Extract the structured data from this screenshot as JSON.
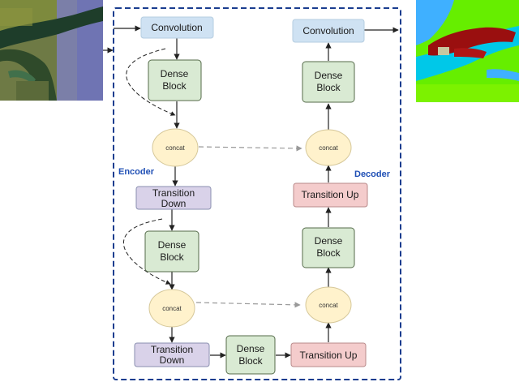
{
  "colors": {
    "frame": "#1a3d8f",
    "encoder_label": "#1f4fb5",
    "convolution": "#cfe2f3",
    "dense_block": "#d9ead3",
    "transition_down": "#d9d2e9",
    "transition_up": "#f4cccc",
    "concat": "#fff2cc",
    "arrow": "#222222",
    "skip_arrow": "#999999"
  },
  "input_image": {
    "icon": "satellite-image"
  },
  "output_image": {
    "icon": "segmentation-map"
  },
  "encoder": {
    "label": "Encoder",
    "convolution": "Convolution",
    "dense_block_1": [
      "Dense",
      "Block"
    ],
    "concat_1": "concat",
    "transition_down_1": [
      "Transition",
      "Down"
    ],
    "dense_block_2": [
      "Dense",
      "Block"
    ],
    "concat_2": "concat",
    "transition_down_2": [
      "Transition",
      "Down"
    ]
  },
  "bottleneck": {
    "dense_block": [
      "Dense",
      "Block"
    ]
  },
  "decoder": {
    "label": "Decoder",
    "transition_up_1": "Transition Up",
    "concat_1": "concat",
    "dense_block_1": [
      "Dense",
      "Block"
    ],
    "transition_up_2": "Transition Up",
    "concat_2": "concat",
    "dense_block_2": [
      "Dense",
      "Block"
    ],
    "convolution": "Convolution"
  }
}
